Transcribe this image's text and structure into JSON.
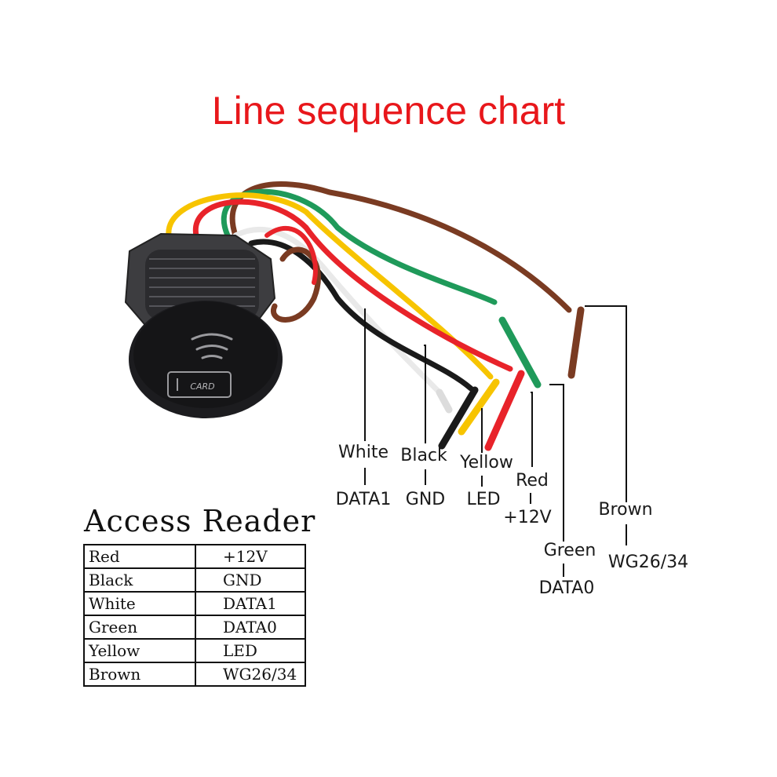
{
  "title": "Line sequence chart",
  "device_label": "CARD",
  "wires": [
    {
      "color": "White",
      "signal": "DATA1",
      "hex": "#f2f2f2"
    },
    {
      "color": "Black",
      "signal": "GND",
      "hex": "#1a1a1a"
    },
    {
      "color": "Yellow",
      "signal": "LED",
      "hex": "#f7c400"
    },
    {
      "color": "Red",
      "signal": "+12V",
      "hex": "#e8232a"
    },
    {
      "color": "Green",
      "signal": "DATA0",
      "hex": "#1f9a5a"
    },
    {
      "color": "Brown",
      "signal": "WG26/34",
      "hex": "#7a3b22"
    }
  ],
  "table": {
    "title": "Access Reader",
    "rows": [
      {
        "color": "Red",
        "signal": "+12V"
      },
      {
        "color": "Black",
        "signal": "GND"
      },
      {
        "color": "White",
        "signal": "DATA1"
      },
      {
        "color": "Green",
        "signal": "DATA0"
      },
      {
        "color": "Yellow",
        "signal": "LED"
      },
      {
        "color": "Brown",
        "signal": "WG26/34"
      }
    ]
  }
}
